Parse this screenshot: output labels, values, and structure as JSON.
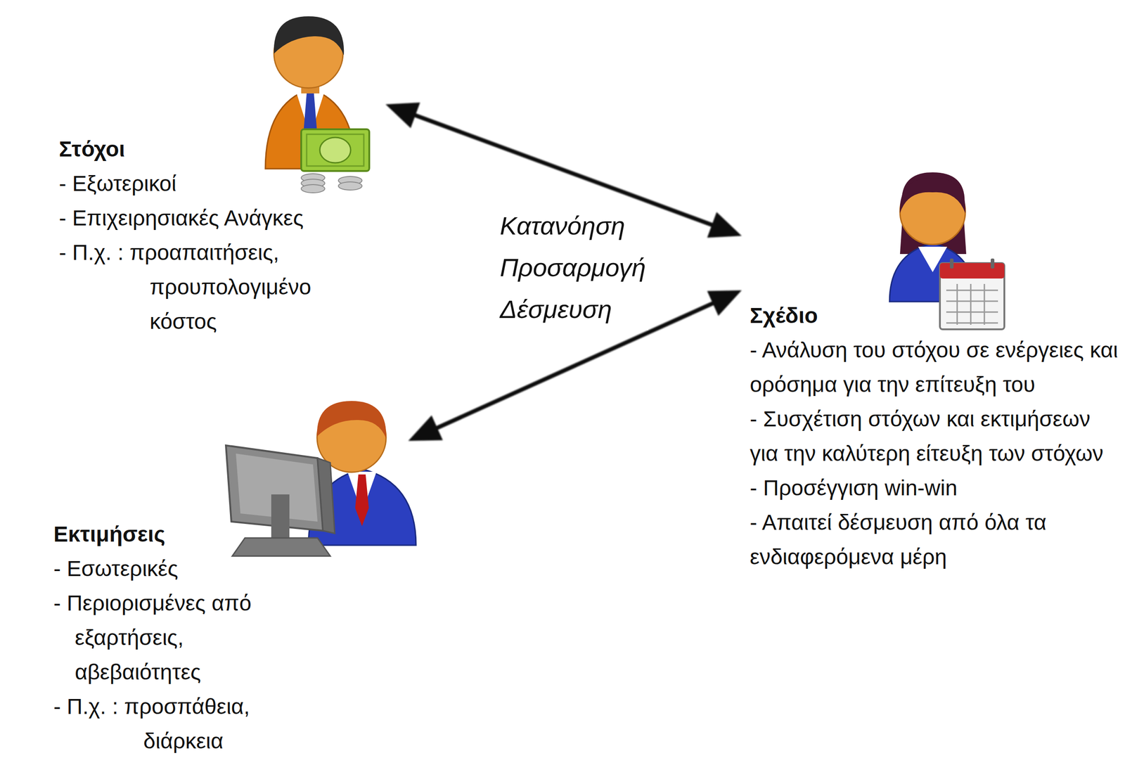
{
  "diagram": {
    "nodes": [
      {
        "text": [
          "Στόχοι",
          "- Εξωτερικοί",
          "- Επιχειρησιακές Ανάγκες",
          "- Π.χ. : προαπαιτήσεις, προυπολογιμένο κόστος"
        ]
      },
      {
        "text": [
          "Σχέδιο",
          "- Ανάλυση του στόχου σε ενέργειες και ορόσημα για την επίτευξη του",
          "- Συσχέτιση στόχων και εκτιμήσεων για την καλύτερη είτευξη των στόχων",
          "- Προσέγγιση win-win",
          "- Απαιτεί δέσμευση από όλα τα ενδιαφερόμενα μέρη"
        ]
      },
      {
        "text": [
          "Εκτιμήσεις",
          "- Εσωτερικές",
          "- Περιορισμένες από εξαρτήσεις, αβεβαιότητες",
          "- Π.χ. : προσπάθεια, διάρκεια"
        ]
      }
    ],
    "edges": [
      {
        "from": 0,
        "to": 1,
        "arrow": "both"
      },
      {
        "from": 2,
        "to": 1,
        "arrow": "both"
      }
    ],
    "labels": [
      "Κατανόηση Προσαρμογή Δέσμευση"
    ]
  }
}
